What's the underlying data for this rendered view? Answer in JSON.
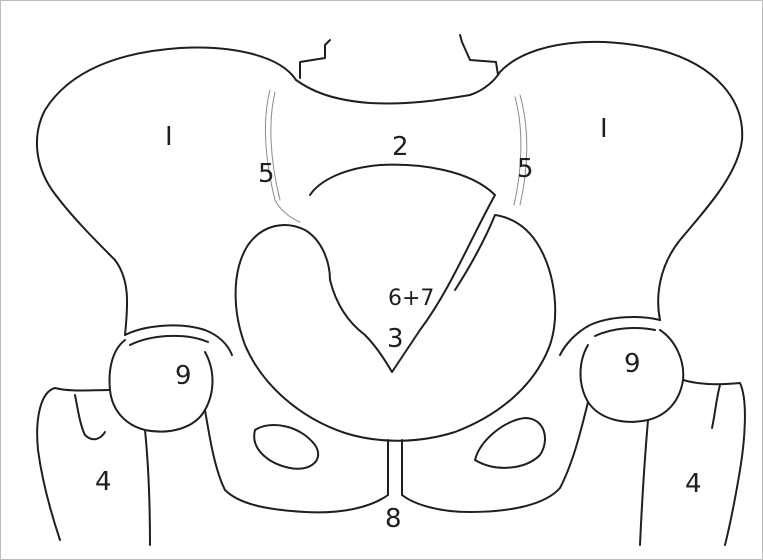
{
  "diagram": {
    "labels": {
      "ilium_left": "I",
      "ilium_right": "I",
      "sacrum": "2",
      "si_joint_left": "5",
      "si_joint_right": "5",
      "coccyx_region": "6+7",
      "pelvic_inlet": "3",
      "femoral_head_left": "9",
      "femoral_head_right": "9",
      "femur_left": "4",
      "femur_right": "4",
      "pubic_symphysis": "8"
    },
    "colors": {
      "ink": "#1f1f1f",
      "paper": "#ffffff",
      "frame": "#bdbdbd"
    }
  }
}
